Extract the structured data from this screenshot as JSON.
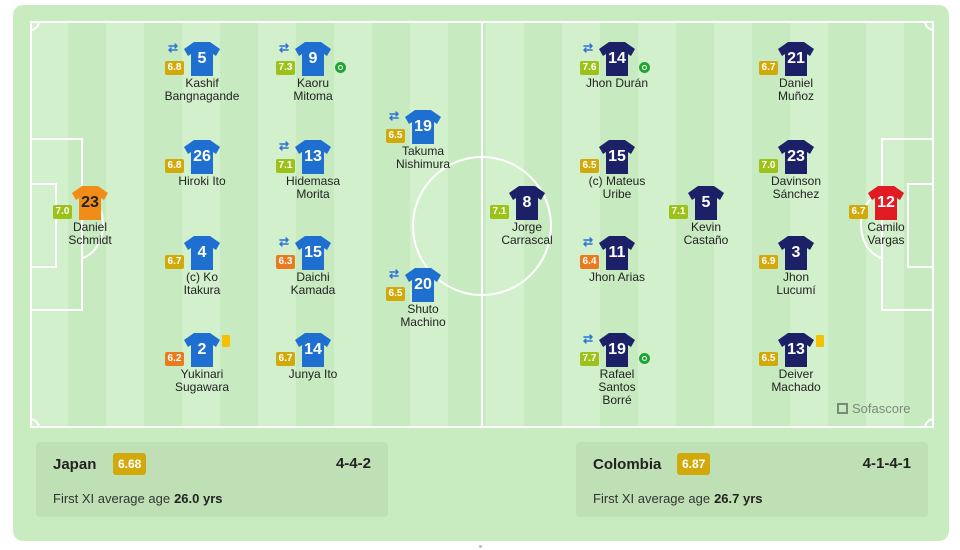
{
  "colors": {
    "home_jersey": "#1f6fd1",
    "away_jersey": "#1c2167",
    "home_gk": "#f08c17",
    "away_gk": "#e01b23",
    "rating_green": "#9cc21a",
    "rating_yellow": "#d2a90a",
    "rating_orange": "#ea7a1e"
  },
  "players": {
    "p1": {
      "number": "23",
      "rating": "7.0",
      "name_line1": "Daniel",
      "name_line2": "Schmidt",
      "name_line3": ""
    },
    "p2": {
      "number": "5",
      "rating": "6.8",
      "name_line1": "Kashif",
      "name_line2": "Bangnagande",
      "name_line3": ""
    },
    "p3": {
      "number": "26",
      "rating": "6.8",
      "name_line1": "Hiroki Ito",
      "name_line2": "",
      "name_line3": ""
    },
    "p4": {
      "number": "4",
      "rating": "6.7",
      "name_line1": "(c) Ko",
      "name_line2": "Itakura",
      "name_line3": ""
    },
    "p5": {
      "number": "2",
      "rating": "6.2",
      "name_line1": "Yukinari",
      "name_line2": "Sugawara",
      "name_line3": ""
    },
    "p6": {
      "number": "9",
      "rating": "7.3",
      "name_line1": "Kaoru",
      "name_line2": "Mitoma",
      "name_line3": ""
    },
    "p7": {
      "number": "13",
      "rating": "7.1",
      "name_line1": "Hidemasa",
      "name_line2": "Morita",
      "name_line3": ""
    },
    "p8": {
      "number": "15",
      "rating": "6.3",
      "name_line1": "Daichi",
      "name_line2": "Kamada",
      "name_line3": ""
    },
    "p9": {
      "number": "14",
      "rating": "6.7",
      "name_line1": "Junya Ito",
      "name_line2": "",
      "name_line3": ""
    },
    "p10": {
      "number": "19",
      "rating": "6.5",
      "name_line1": "Takuma",
      "name_line2": "Nishimura",
      "name_line3": ""
    },
    "p11": {
      "number": "20",
      "rating": "6.5",
      "name_line1": "Shuto",
      "name_line2": "Machino",
      "name_line3": ""
    },
    "p12": {
      "number": "8",
      "rating": "7.1",
      "name_line1": "Jorge",
      "name_line2": "Carrascal",
      "name_line3": ""
    },
    "p13": {
      "number": "14",
      "rating": "7.6",
      "name_line1": "Jhon Durán",
      "name_line2": "",
      "name_line3": ""
    },
    "p14": {
      "number": "15",
      "rating": "6.5",
      "name_line1": "(c) Mateus",
      "name_line2": "Uribe",
      "name_line3": ""
    },
    "p15": {
      "number": "11",
      "rating": "6.4",
      "name_line1": "Jhon Arias",
      "name_line2": "",
      "name_line3": ""
    },
    "p16": {
      "number": "19",
      "rating": "7.7",
      "name_line1": "Rafael",
      "name_line2": "Santos",
      "name_line3": "Borré"
    },
    "p17": {
      "number": "5",
      "rating": "7.1",
      "name_line1": "Kevin",
      "name_line2": "Castaño",
      "name_line3": ""
    },
    "p18": {
      "number": "21",
      "rating": "6.7",
      "name_line1": "Daniel",
      "name_line2": "Muñoz",
      "name_line3": ""
    },
    "p19": {
      "number": "23",
      "rating": "7.0",
      "name_line1": "Davinson",
      "name_line2": "Sánchez",
      "name_line3": ""
    },
    "p20": {
      "number": "3",
      "rating": "6.9",
      "name_line1": "Jhon",
      "name_line2": "Lucumí",
      "name_line3": ""
    },
    "p21": {
      "number": "13",
      "rating": "6.5",
      "name_line1": "Deiver",
      "name_line2": "Machado",
      "name_line3": ""
    },
    "p22": {
      "number": "12",
      "rating": "6.7",
      "name_line1": "Camilo",
      "name_line2": "Vargas",
      "name_line3": ""
    }
  },
  "icons": {
    "substitution": "⇄",
    "goal": "ball-icon",
    "yellow_card": "yellow-card-icon"
  },
  "brand": "Sofascore",
  "home": {
    "name": "Japan",
    "rating": "6.68",
    "formation": "4-4-2",
    "age_label": "First XI average age",
    "age_value": "26.0 yrs"
  },
  "away": {
    "name": "Colombia",
    "rating": "6.87",
    "formation": "4-1-4-1",
    "age_label": "First XI average age",
    "age_value": "26.7 yrs"
  }
}
